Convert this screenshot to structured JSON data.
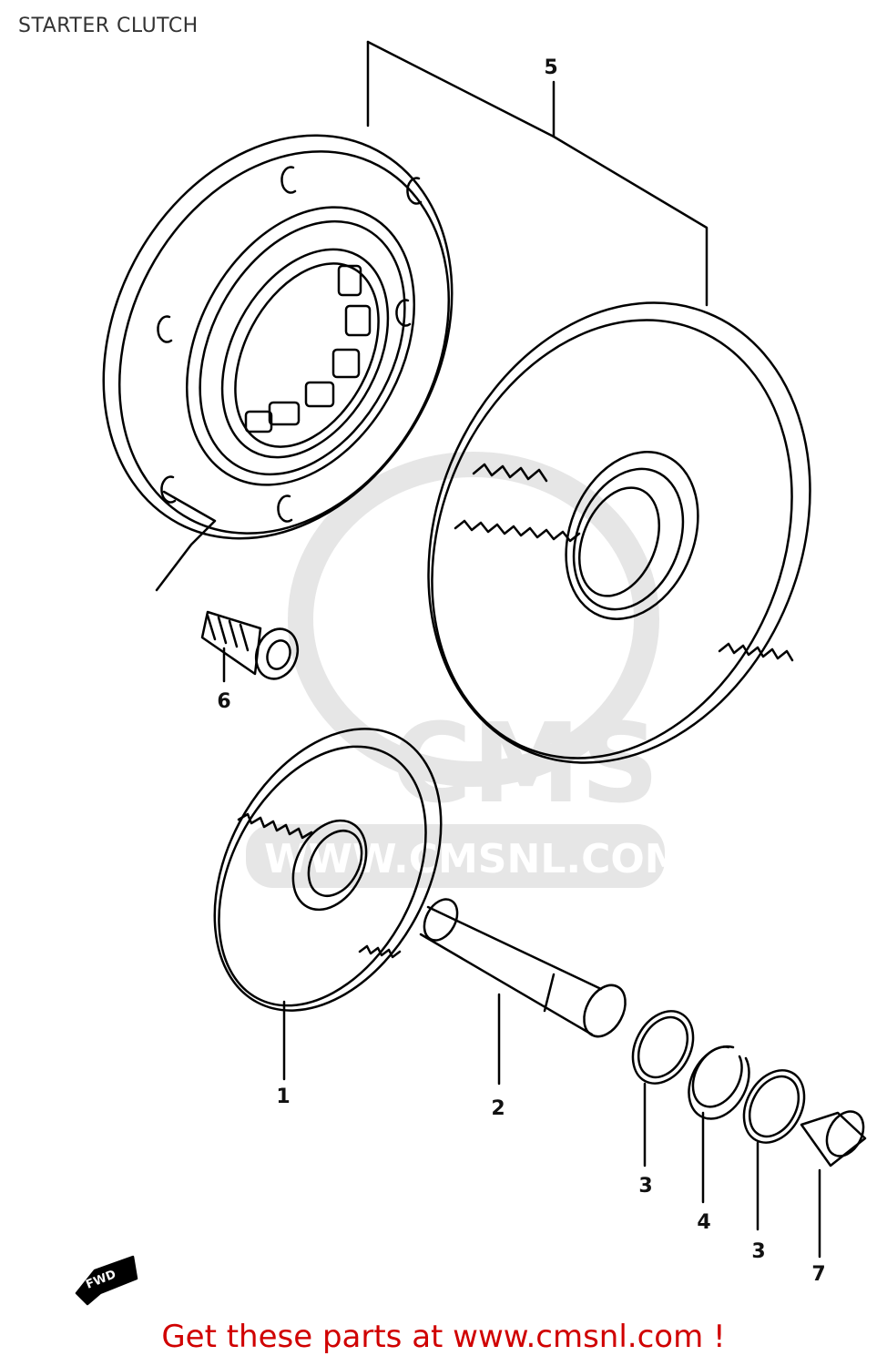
{
  "title": "STARTER CLUTCH",
  "footer": "Get these parts at www.cmsnl.com !",
  "watermark": {
    "text": "CMS",
    "url": "WWW.CMSNL.COM"
  },
  "forward_indicator": {
    "label": "FWD"
  },
  "callouts": {
    "p1": "1",
    "p2": "2",
    "p3a": "3",
    "p3b": "3",
    "p4": "4",
    "p5": "5",
    "p6": "6",
    "p7": "7"
  },
  "colors": {
    "line": "#000000",
    "footer": "#d00000",
    "watermark": "#e6e6e6"
  }
}
